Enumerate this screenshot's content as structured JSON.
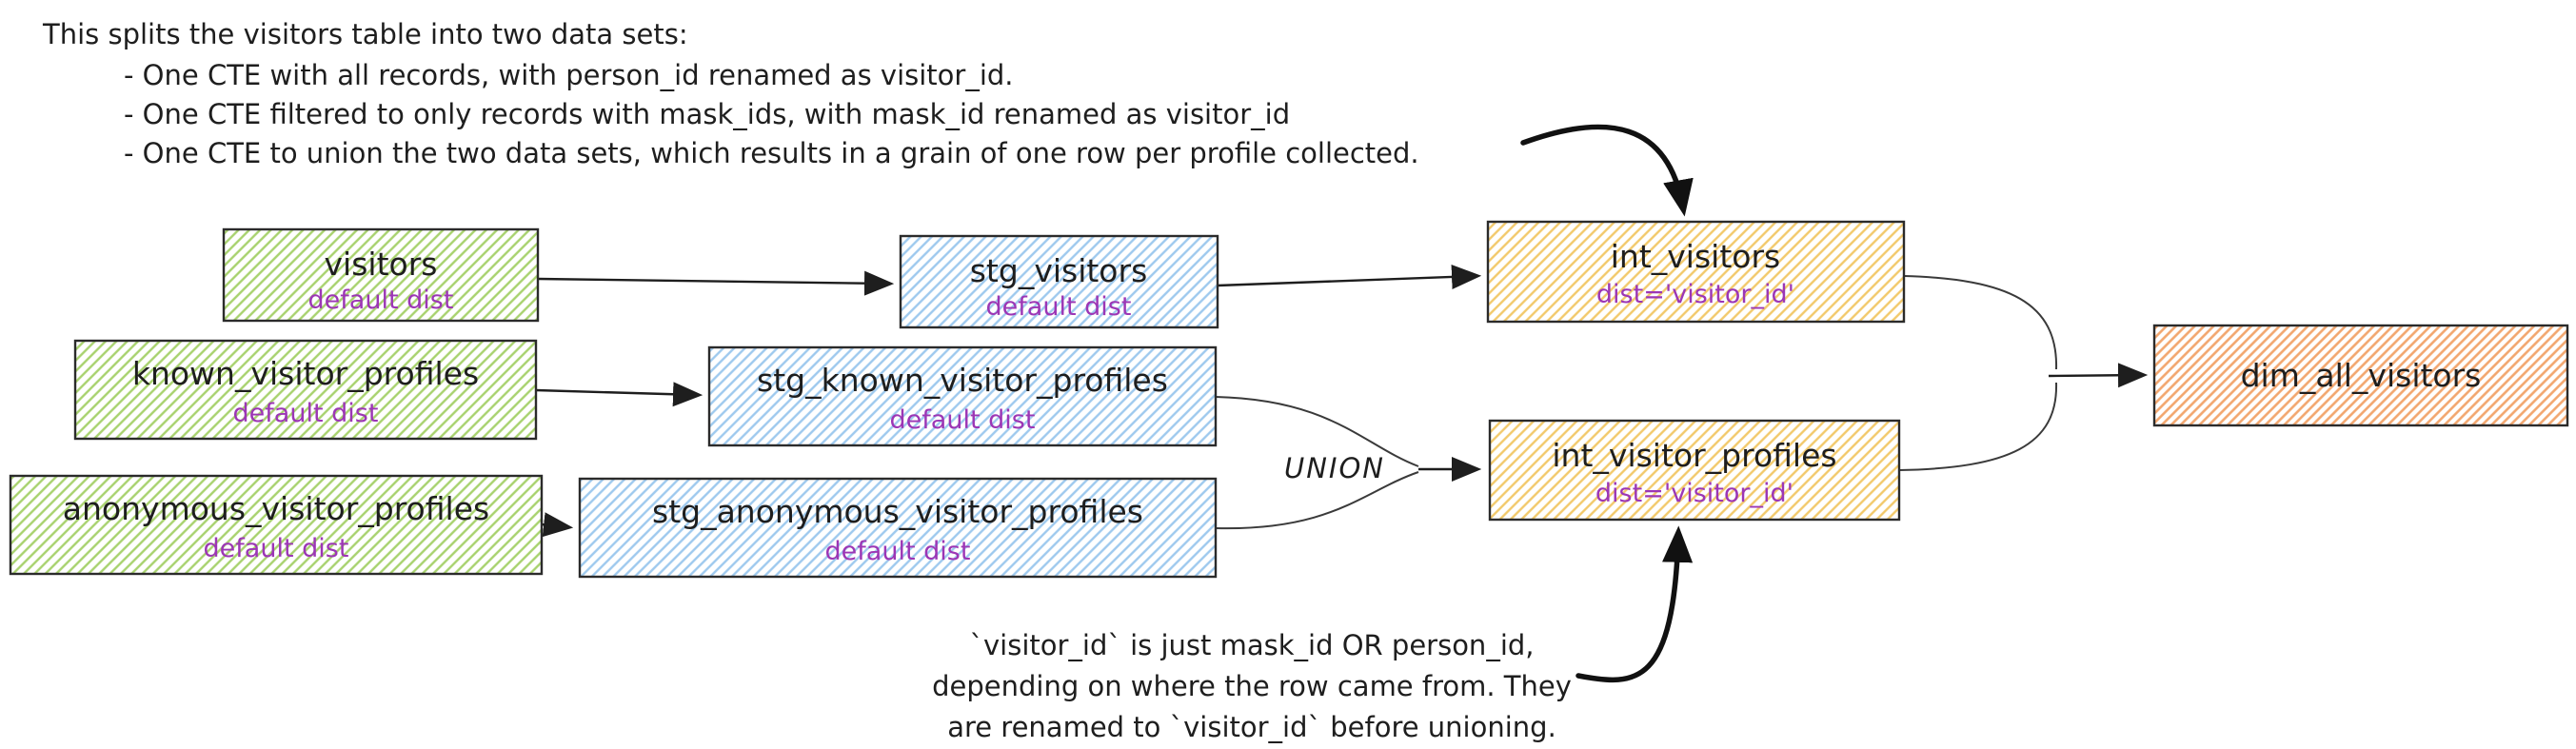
{
  "diagram": {
    "top_note": {
      "heading": "This splits the visitors table into two data sets:",
      "bullets": [
        "- One CTE with all records, with person_id renamed as visitor_id.",
        "- One CTE filtered to only records with mask_ids, with mask_id renamed as visitor_id",
        "- One CTE to union the two data sets, which results in a grain of one row per profile collected."
      ]
    },
    "bottom_note": {
      "lines": [
        "`visitor_id` is just mask_id OR person_id,",
        "depending on where the row came from. They",
        "are renamed to `visitor_id` before unioning."
      ]
    },
    "union_label": "UNION",
    "nodes": {
      "visitors": {
        "title": "visitors",
        "subtitle": "default dist"
      },
      "stg_visitors": {
        "title": "stg_visitors",
        "subtitle": "default dist"
      },
      "int_visitors": {
        "title": "int_visitors",
        "subtitle": "dist='visitor_id'"
      },
      "known_visitor_profiles": {
        "title": "known_visitor_profiles",
        "subtitle": "default dist"
      },
      "stg_known_visitor_profiles": {
        "title": "stg_known_visitor_profiles",
        "subtitle": "default dist"
      },
      "anonymous_visitor_profiles": {
        "title": "anonymous_visitor_profiles",
        "subtitle": "default dist"
      },
      "stg_anonymous_visitor_profiles": {
        "title": "stg_anonymous_visitor_profiles",
        "subtitle": "default dist"
      },
      "int_visitor_profiles": {
        "title": "int_visitor_profiles",
        "subtitle": "dist='visitor_id'"
      },
      "dim_all_visitors": {
        "title": "dim_all_visitors"
      }
    },
    "colors": {
      "source_green": "#a8d26e",
      "staging_blue": "#9ec9ee",
      "intermediate_yellow": "#f2c96b",
      "dim_orange": "#f2a66e",
      "subtitle_purple": "#9c36b5",
      "ink": "#1e1e1e"
    }
  }
}
